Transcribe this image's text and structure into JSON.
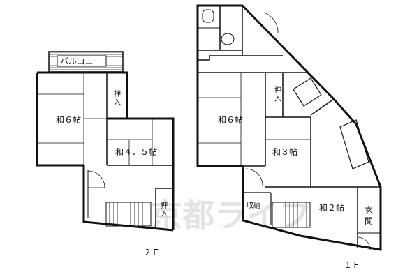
{
  "floor2": {
    "balcony": "バルコニー",
    "room_washitsu6": "和６帖",
    "room_washitsu45": "和４．５帖",
    "closet_top": "押入",
    "closet_bottom": "押入",
    "floor_label": "２Ｆ"
  },
  "floor1": {
    "room_washitsu6": "和６帖",
    "room_washitsu3": "和３帖",
    "room_washitsu2": "和２帖",
    "closet": "押入",
    "storage": "収納",
    "entrance": "玄関",
    "floor_label": "１Ｆ"
  },
  "watermark": "京都ライフ"
}
